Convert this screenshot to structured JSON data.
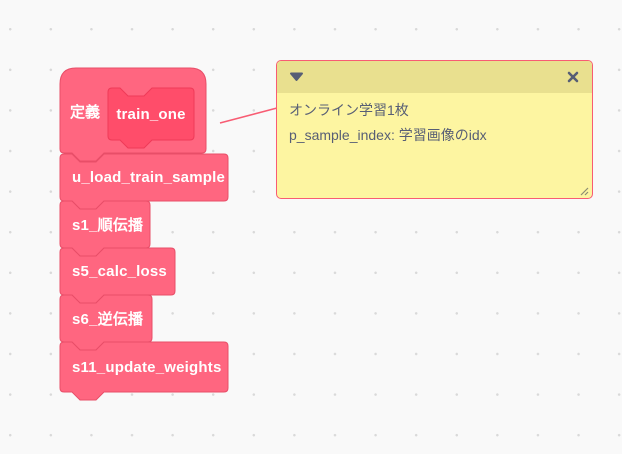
{
  "workspace": {
    "background_color": "#f9f9f9",
    "dot_color": "#d9d9d9"
  },
  "colors": {
    "block_fill": "#ff6680",
    "block_border": "#e84e68",
    "prototype_fill": "#ff4d6a",
    "prototype_border": "#ef3a58",
    "comment_fill": "#fdf5a1",
    "comment_header_fill": "#e9e08f",
    "comment_border": "#f85c73",
    "comment_text_color": "#575e75",
    "connector_color": "#f85c73"
  },
  "definition_block": {
    "keyword": "定義",
    "name": "train_one"
  },
  "stack_blocks": [
    {
      "label": "u_load_train_sample"
    },
    {
      "label": "s1_順伝播"
    },
    {
      "label": "s5_calc_loss"
    },
    {
      "label": "s6_逆伝播"
    },
    {
      "label": "s11_update_weights"
    }
  ],
  "comment": {
    "lines": [
      "オンライン学習1枚",
      "p_sample_index: 学習画像のidx"
    ],
    "icons": {
      "collapse": "triangle-down-icon",
      "close": "close-x-icon",
      "resize": "resize-grip-icon"
    }
  }
}
